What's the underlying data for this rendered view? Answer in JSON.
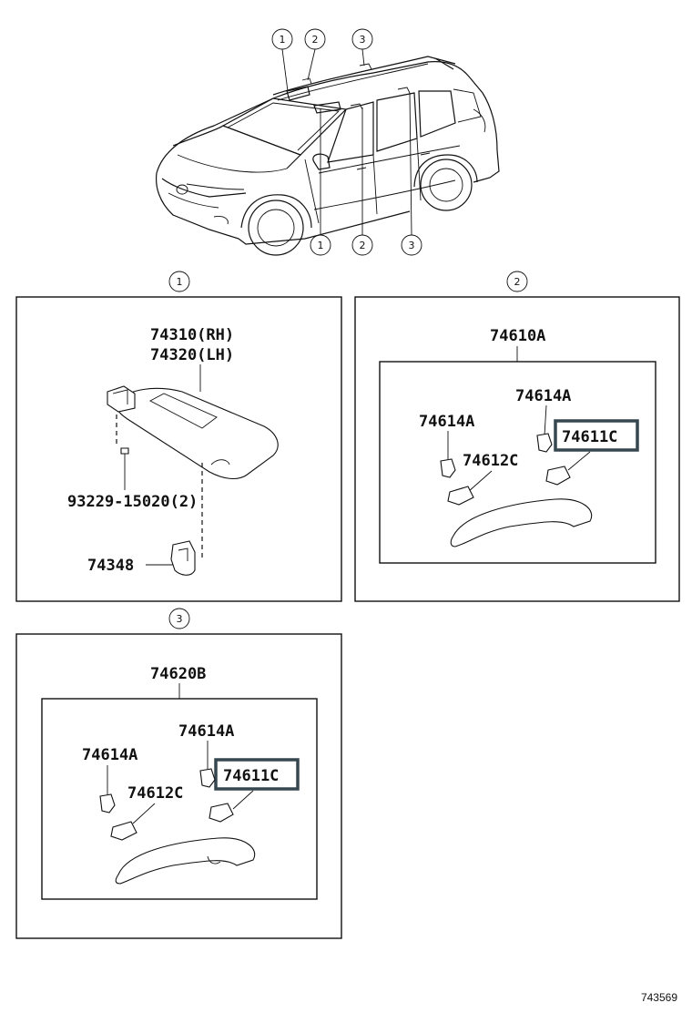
{
  "callouts": {
    "section1": "1",
    "section2": "2",
    "section3": "3"
  },
  "section1": {
    "visor_rh": "74310(RH)",
    "visor_lh": "74320(LH)",
    "screw": "93229-15020(2)",
    "holder": "74348"
  },
  "section2": {
    "assembly": "74610A",
    "clip_right": "74614A",
    "clip_left": "74614A",
    "cover_highlighted": "74611C",
    "cover": "74612C"
  },
  "section3": {
    "assembly": "74620B",
    "clip_right": "74614A",
    "clip_left": "74614A",
    "cover_highlighted": "74611C",
    "cover": "74612C"
  },
  "footer": {
    "diagram_code": "743569"
  }
}
